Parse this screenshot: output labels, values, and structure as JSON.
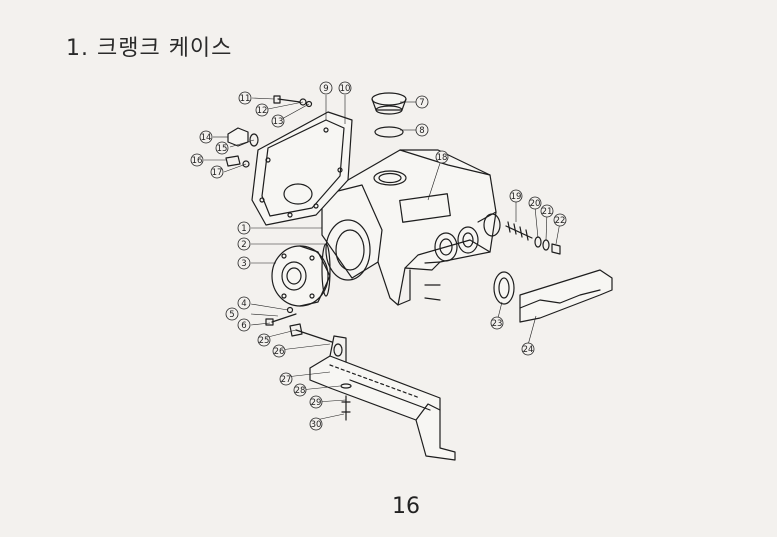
{
  "title": "1. 크랭크 케이스",
  "page_number": "16",
  "callouts": [
    {
      "id": "c1",
      "label": "1"
    },
    {
      "id": "c2",
      "label": "2"
    },
    {
      "id": "c3",
      "label": "3"
    },
    {
      "id": "c4",
      "label": "4"
    },
    {
      "id": "c5",
      "label": "5"
    },
    {
      "id": "c6",
      "label": "6"
    },
    {
      "id": "c7",
      "label": "7"
    },
    {
      "id": "c8",
      "label": "8"
    },
    {
      "id": "c9",
      "label": "9"
    },
    {
      "id": "c10",
      "label": "10"
    },
    {
      "id": "c11",
      "label": "11"
    },
    {
      "id": "c12",
      "label": "12"
    },
    {
      "id": "c13",
      "label": "13"
    },
    {
      "id": "c14",
      "label": "14"
    },
    {
      "id": "c15",
      "label": "15"
    },
    {
      "id": "c16",
      "label": "16"
    },
    {
      "id": "c17",
      "label": "17"
    },
    {
      "id": "c18",
      "label": "18"
    },
    {
      "id": "c19",
      "label": "19"
    },
    {
      "id": "c20",
      "label": "20"
    },
    {
      "id": "c21",
      "label": "21"
    },
    {
      "id": "c22",
      "label": "22"
    },
    {
      "id": "c23",
      "label": "23"
    },
    {
      "id": "c24",
      "label": "24"
    },
    {
      "id": "c25",
      "label": "25"
    },
    {
      "id": "c26",
      "label": "26"
    },
    {
      "id": "c27",
      "label": "27"
    },
    {
      "id": "c28",
      "label": "28"
    },
    {
      "id": "c29",
      "label": "29"
    },
    {
      "id": "c30",
      "label": "30"
    }
  ]
}
